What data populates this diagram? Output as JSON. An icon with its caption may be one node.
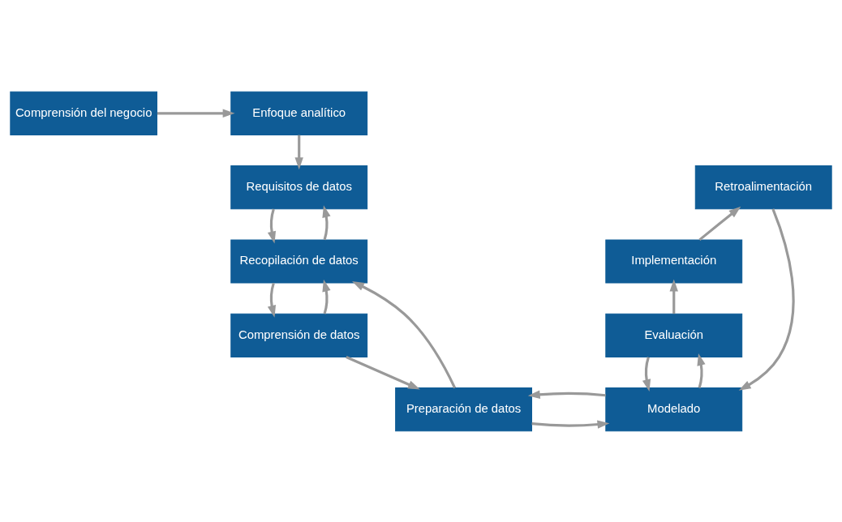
{
  "diagram": {
    "nodes": [
      {
        "text": [
          "Comprensión del negocio"
        ]
      },
      {
        "text": [
          "Enfoque analítico"
        ]
      },
      {
        "text": [
          "Requisitos de datos"
        ]
      },
      {
        "text": [
          "Recopilación de datos"
        ]
      },
      {
        "text": [
          "Comprensión de datos"
        ]
      },
      {
        "text": [
          "Preparación de datos"
        ]
      },
      {
        "text": [
          "Modelado"
        ]
      },
      {
        "text": [
          "Evaluación"
        ]
      },
      {
        "text": [
          "Implementación"
        ]
      },
      {
        "text": [
          "Retroalimentación"
        ]
      }
    ],
    "edges": [
      {
        "from": 0,
        "to": 1,
        "arrow": "to"
      },
      {
        "from": 1,
        "to": 2,
        "arrow": "to"
      },
      {
        "from": 2,
        "to": 3,
        "arrow": "to"
      },
      {
        "from": 3,
        "to": 2,
        "arrow": "to"
      },
      {
        "from": 3,
        "to": 4,
        "arrow": "to"
      },
      {
        "from": 4,
        "to": 3,
        "arrow": "to"
      },
      {
        "from": 4,
        "to": 5,
        "arrow": "to"
      },
      {
        "from": 5,
        "to": 3,
        "arrow": "to"
      },
      {
        "from": 5,
        "to": 6,
        "arrow": "to"
      },
      {
        "from": 6,
        "to": 5,
        "arrow": "to"
      },
      {
        "from": 6,
        "to": 7,
        "arrow": "to"
      },
      {
        "from": 7,
        "to": 6,
        "arrow": "to"
      },
      {
        "from": 7,
        "to": 8,
        "arrow": "to"
      },
      {
        "from": 8,
        "to": 9,
        "arrow": "to"
      },
      {
        "from": 9,
        "to": 6,
        "arrow": "to"
      }
    ]
  }
}
